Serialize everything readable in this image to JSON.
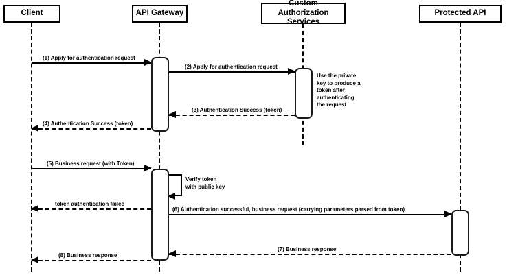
{
  "diagram_type": "uml-sequence",
  "colors": {
    "line": "#000000",
    "fill": "#ffffff",
    "text": "#000000"
  },
  "participants": [
    {
      "name": "Client"
    },
    {
      "name": "API Gateway"
    },
    {
      "name": "Custom Authorization\nServices"
    },
    {
      "name": "Protected API"
    }
  ],
  "messages": [
    {
      "label": "(1) Apply for authentication request",
      "from": "Client",
      "to": "API Gateway",
      "line": "solid"
    },
    {
      "label": "(2) Apply for authentication request",
      "from": "API Gateway",
      "to": "Custom Authorization Services",
      "line": "solid"
    },
    {
      "label": "(3) Authentication Success (token)",
      "from": "Custom Authorization Services",
      "to": "API Gateway",
      "line": "dashed"
    },
    {
      "label": "(4) Authentication Success (token)",
      "from": "API Gateway",
      "to": "Client",
      "line": "dashed"
    },
    {
      "label": "(5) Business request (with Token)",
      "from": "Client",
      "to": "API Gateway",
      "line": "solid"
    },
    {
      "label": "token authentication failed",
      "from": "API Gateway",
      "to": "Client",
      "line": "dashed"
    },
    {
      "label": "(6) Authentication successful, business request (carrying parameters parsed from token)",
      "from": "API Gateway",
      "to": "Protected API",
      "line": "solid"
    },
    {
      "label": "(7) Business response",
      "from": "Protected API",
      "to": "API Gateway",
      "line": "dashed"
    },
    {
      "label": "(8) Business response",
      "from": "API Gateway",
      "to": "Client",
      "line": "dashed"
    }
  ],
  "self_message": {
    "label": "Verify token\nwith public key",
    "on": "API Gateway"
  },
  "note": {
    "text": "Use the private\nkey to produce a\ntoken after\nauthenticating\nthe request",
    "near": "Custom Authorization Services"
  }
}
